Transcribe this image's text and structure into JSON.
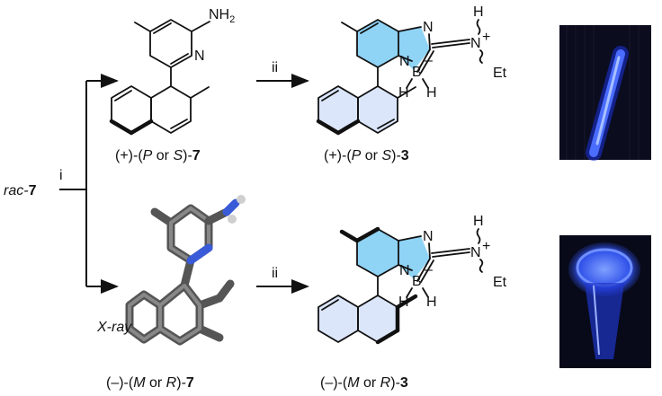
{
  "scheme": {
    "start_label_prefix": "rac",
    "start_label_sep": "-",
    "start_label_num": "7",
    "condition_split": "i",
    "condition_top": "ii",
    "condition_bottom": "ii",
    "x_ray_label": "X-ray",
    "nh2_label": "NH",
    "nh2_sub": "2",
    "top_left_caption": {
      "open": "(+)-(",
      "italic1": "P",
      "mid": " or ",
      "italic2": "S",
      "close": ")-",
      "num": "7"
    },
    "top_right_caption": {
      "open": "(+)-(",
      "italic1": "P",
      "mid": " or ",
      "italic2": "S",
      "close": ")-",
      "num": "3"
    },
    "bottom_left_caption": {
      "open": "(–)-(",
      "italic1": "M",
      "mid": " or ",
      "italic2": "R",
      "close": ")-",
      "num": "7"
    },
    "bottom_right_caption": {
      "open": "(–)-(",
      "italic1": "M",
      "mid": " or ",
      "italic2": "R",
      "close": ")-",
      "num": "3"
    },
    "atoms": {
      "N": "N",
      "H": "H",
      "B": "B",
      "Et": "Et",
      "plus": "+",
      "minus": "–"
    }
  },
  "colors": {
    "heteroring_fill": "#8fd3f5",
    "naphth_fill": "#dbe6fb",
    "photo_bg": "#0b0d1e",
    "glow": "#3d63ff"
  }
}
